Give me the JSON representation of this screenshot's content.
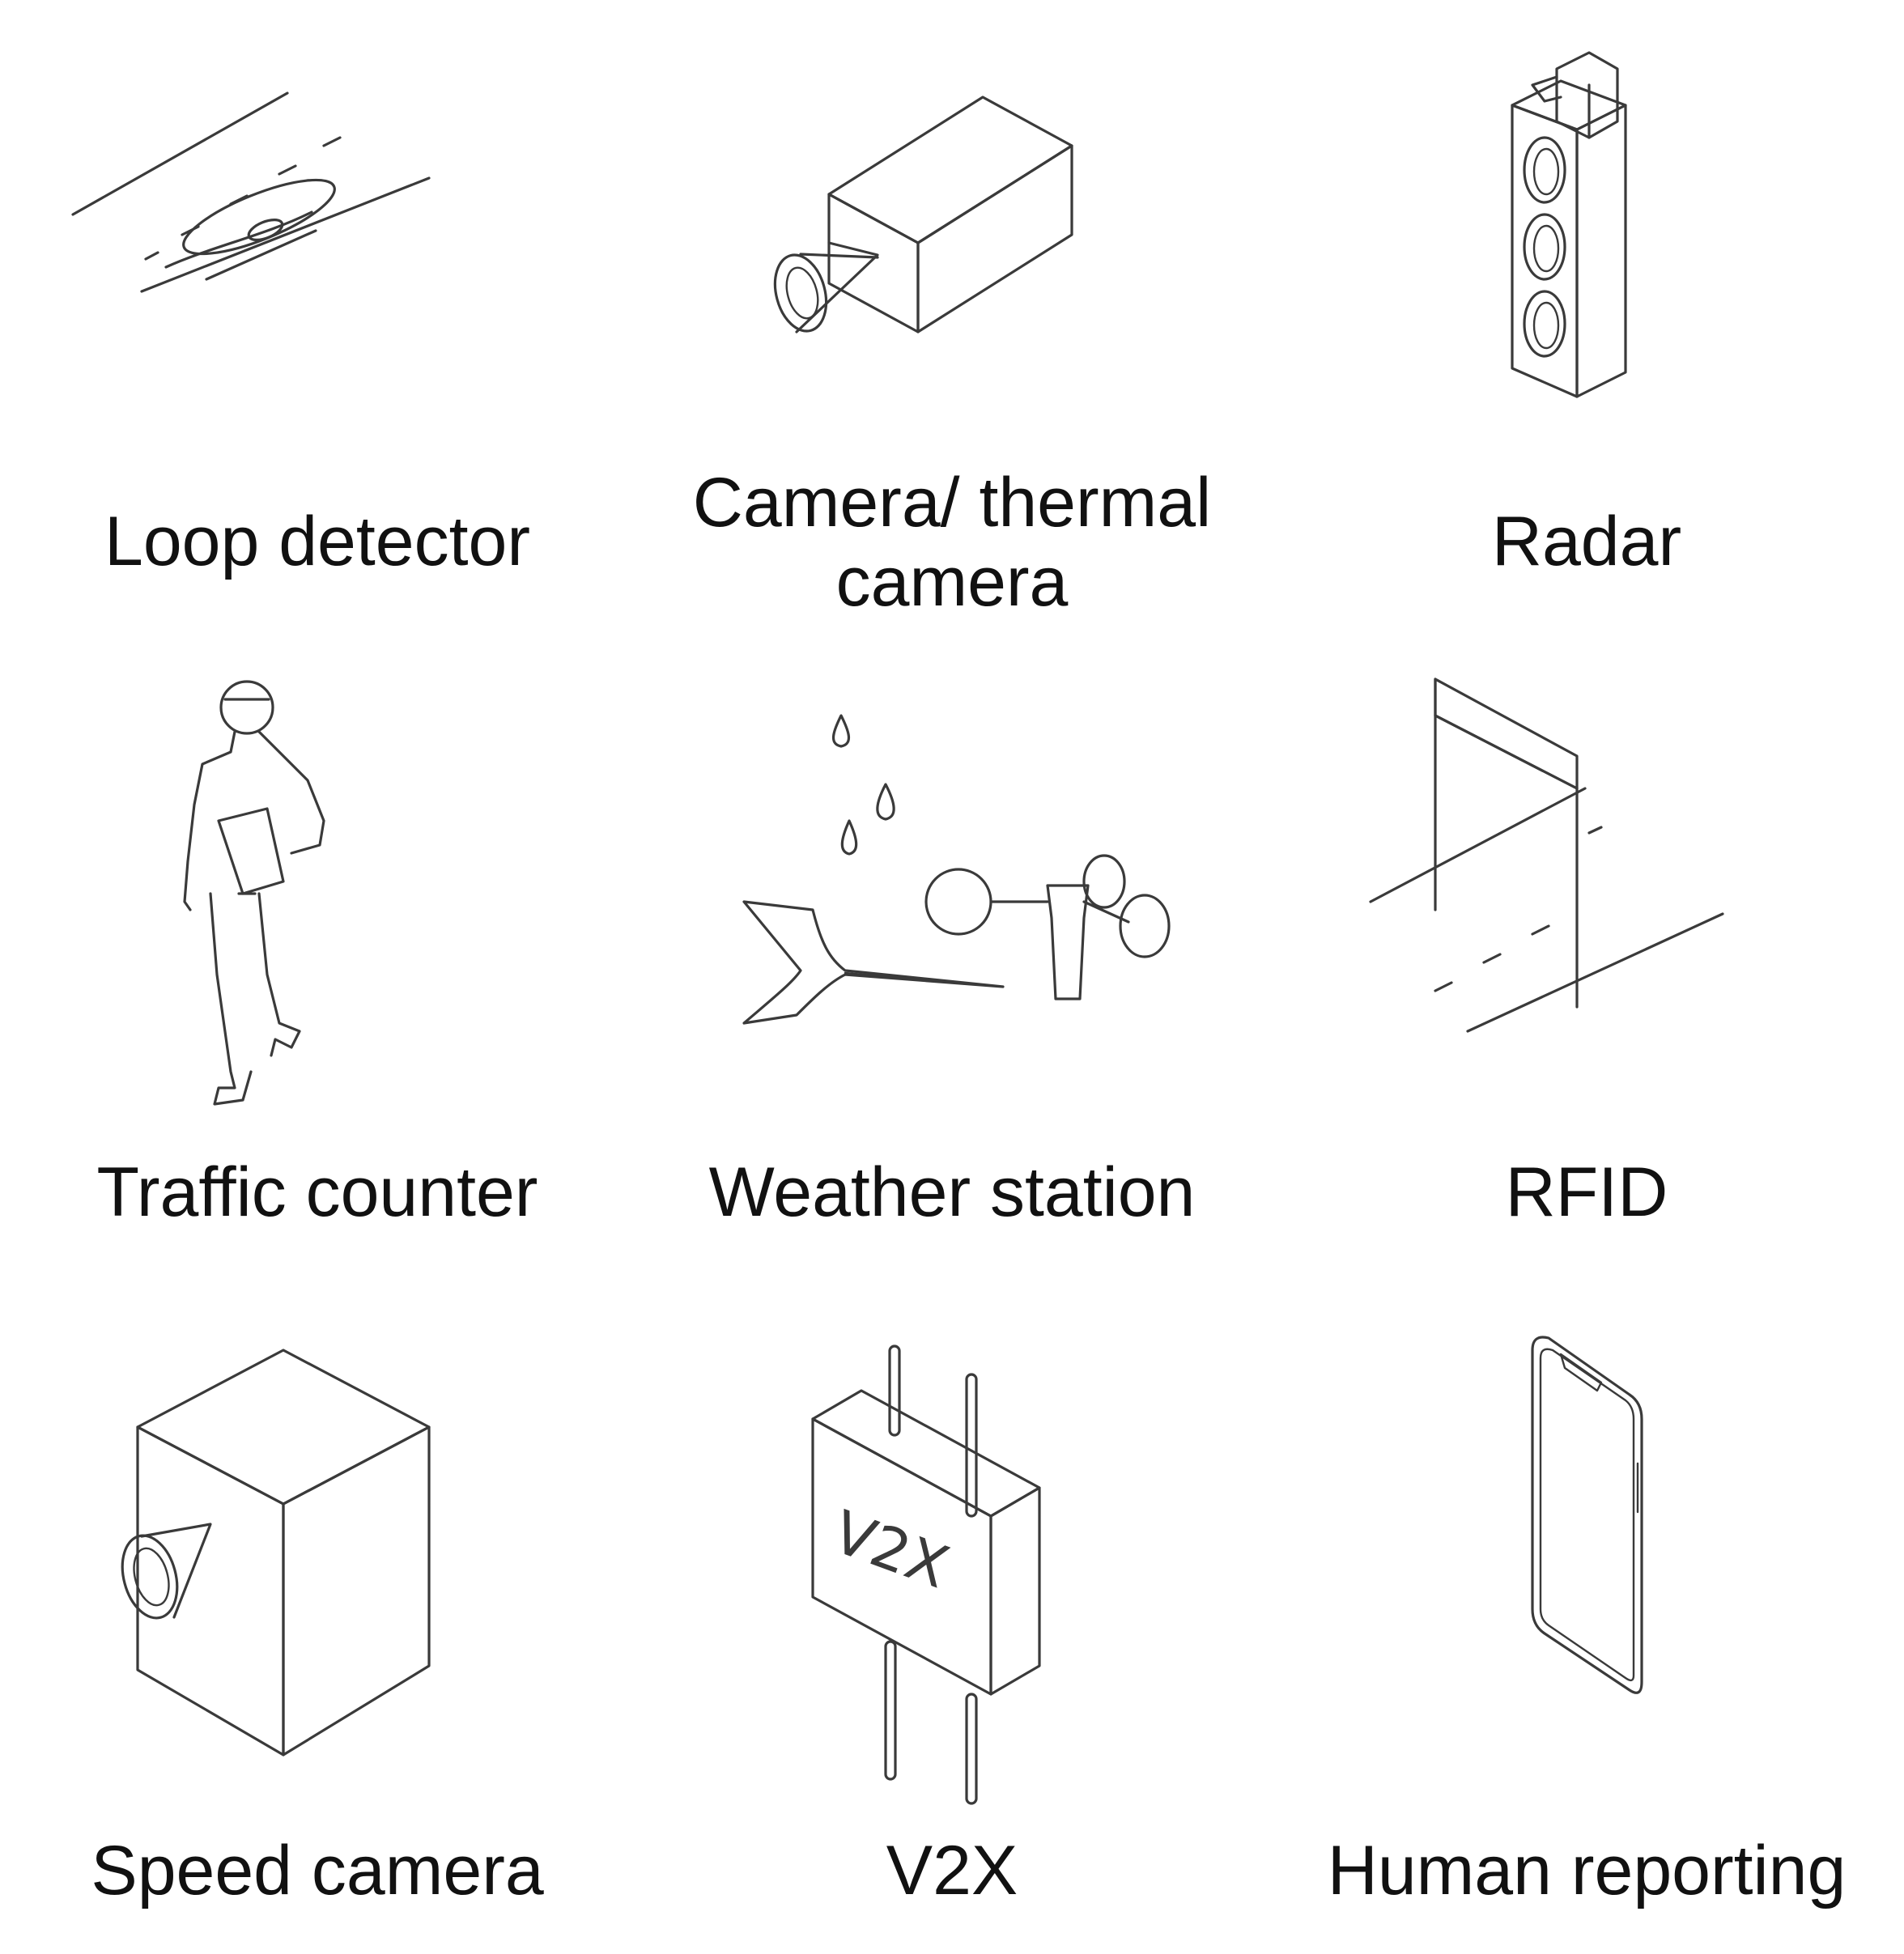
{
  "sensors": [
    {
      "label": "Loop detector",
      "icon": "loop-detector-icon"
    },
    {
      "label": "Camera/ thermal\ncamera",
      "icon": "camera-icon"
    },
    {
      "label": "Radar",
      "icon": "radar-icon"
    },
    {
      "label": "Traffic counter",
      "icon": "traffic-counter-icon"
    },
    {
      "label": "Weather station",
      "icon": "weather-station-icon"
    },
    {
      "label": "RFID",
      "icon": "rfid-icon"
    },
    {
      "label": "Speed camera",
      "icon": "speed-camera-icon"
    },
    {
      "label": "V2X",
      "icon": "v2x-icon",
      "box_text": "V2X"
    },
    {
      "label": "Human reporting",
      "icon": "smartphone-icon"
    }
  ]
}
